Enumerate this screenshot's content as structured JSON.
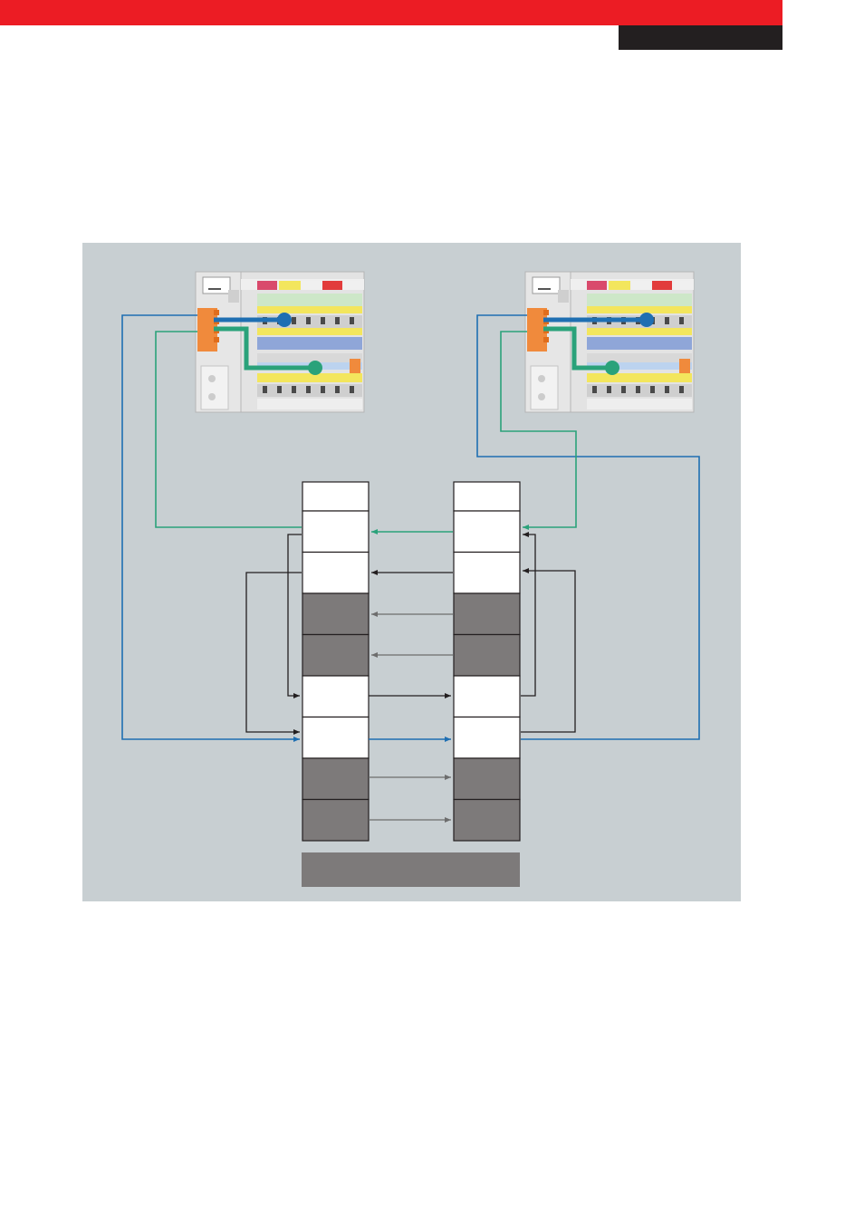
{
  "colors": {
    "brand_red": "#ec1c24",
    "tab_black": "#231f20",
    "panel_bg": "#c8cfd2",
    "blue_wire": "#1f6fb2",
    "green_wire": "#2aa27a",
    "dark_cell": "#7d7a7a",
    "white_cell": "#ffffff",
    "arrow_gray": "#6d6d6d",
    "arrow_black": "#231f20",
    "terminal_orange": "#f08a3c"
  },
  "diagram": {
    "left_register": {
      "cells": [
        "white",
        "white",
        "white",
        "dark",
        "dark",
        "white",
        "white",
        "dark",
        "dark"
      ]
    },
    "right_register": {
      "cells": [
        "white",
        "white",
        "white",
        "dark",
        "dark",
        "white",
        "white",
        "dark",
        "dark"
      ]
    },
    "bus_bar": {
      "fill": "dark"
    },
    "devices": [
      {
        "name": "left-terminal-module"
      },
      {
        "name": "right-terminal-module"
      }
    ]
  }
}
